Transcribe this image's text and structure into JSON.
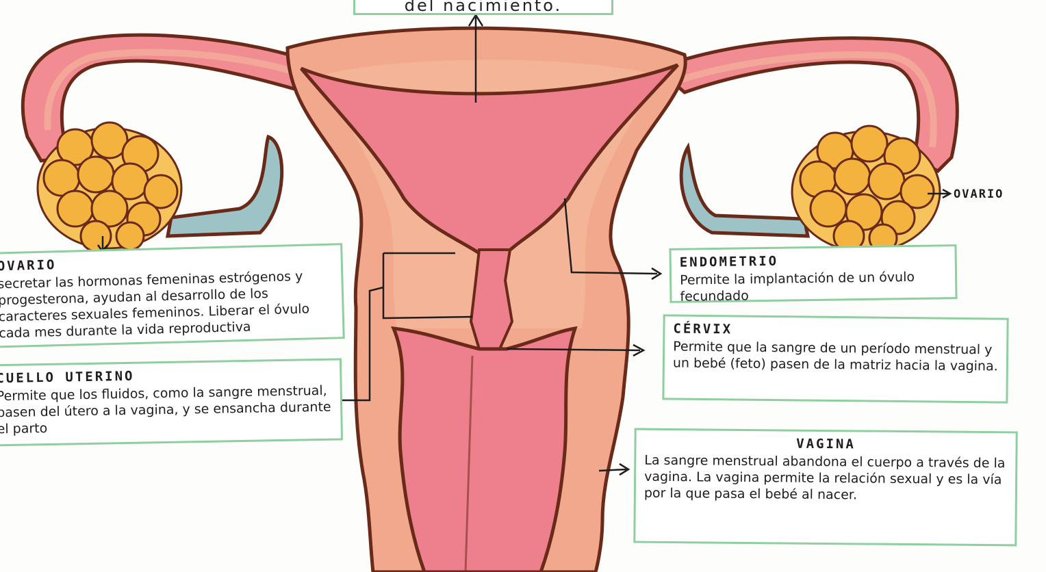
{
  "labels": {
    "utero_caption_tail": "del nacimiento.",
    "ovario_right": "OVARIO",
    "ovario_left": {
      "heading": "OVARIO",
      "text": "secretar las hormonas femeninas estrógenos y progesterona, ayudan al desarrollo de los caracteres sexuales femeninos. Liberar el óvulo cada mes durante la vida reproductiva"
    },
    "cuello_uterino": {
      "heading": "CUELLO UTERINO",
      "text": "Permite que los fluidos, como la sangre menstrual, pasen del útero a la vagina, y se ensancha durante el parto"
    },
    "endometrio": {
      "heading": "ENDOMETRIO",
      "text": "Permite la implantación de un óvulo fecundado"
    },
    "cervix": {
      "heading": "CÉRVIX",
      "text": "Permite que la sangre de un período menstrual y un bebé (feto) pasen de la matriz hacia la vagina."
    },
    "vagina": {
      "heading": "VAGINA",
      "text": "La sangre menstrual abandona el cuerpo a través de la vagina. La vagina permite la relación sexual y es la vía por la que pasa el bebé al nacer."
    }
  },
  "colors": {
    "tissue": "#f2a88c",
    "tissue_light": "#f5b99d",
    "cavity": "#ee7f8c",
    "tube": "#f27f8f",
    "ovary": "#f4b23e",
    "ligament": "#9ec3c6",
    "outline": "#6a2a1a",
    "note_border": "#8fcf9f"
  }
}
